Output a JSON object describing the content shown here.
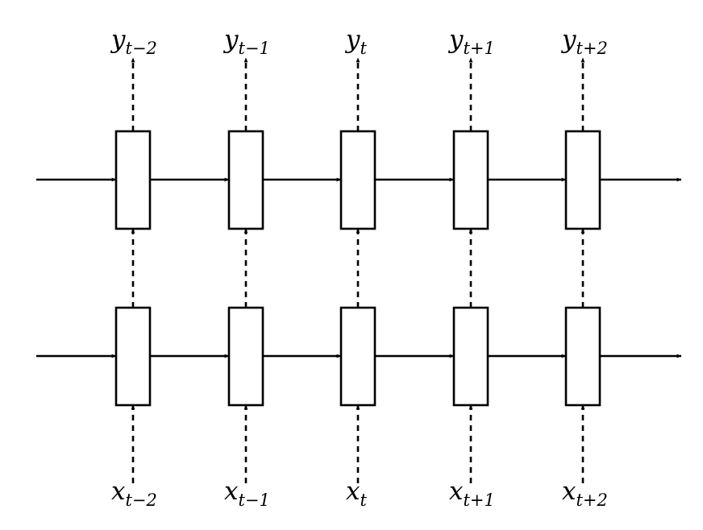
{
  "diagram": {
    "type": "stacked-rnn",
    "layers": 2,
    "timesteps": 5,
    "colors": {
      "stroke": "#000000",
      "cell_fill": "#ffffff",
      "background": "#ffffff"
    },
    "outputs": [
      {
        "var": "y",
        "sub": "t−2"
      },
      {
        "var": "y",
        "sub": "t−1"
      },
      {
        "var": "y",
        "sub": "t"
      },
      {
        "var": "y",
        "sub": "t+1"
      },
      {
        "var": "y",
        "sub": "t+2"
      }
    ],
    "inputs": [
      {
        "var": "x",
        "sub": "t−2"
      },
      {
        "var": "x",
        "sub": "t−1"
      },
      {
        "var": "x",
        "sub": "t"
      },
      {
        "var": "x",
        "sub": "t+1"
      },
      {
        "var": "x",
        "sub": "t+2"
      }
    ]
  }
}
